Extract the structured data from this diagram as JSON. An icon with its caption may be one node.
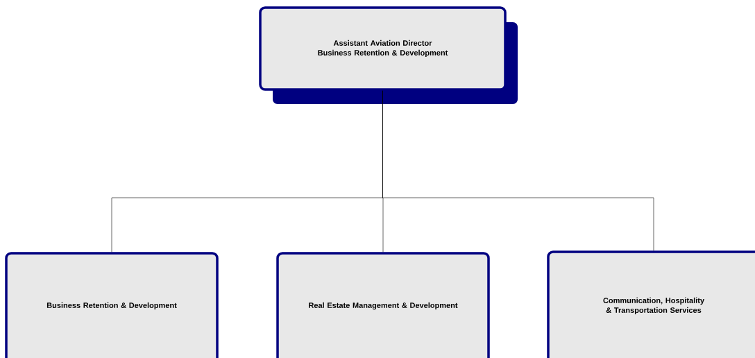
{
  "diagram": {
    "nodes": [
      {
        "text": [
          "Assistant Aviation Director",
          "Business Retention & Development"
        ]
      },
      {
        "text": [
          "Business Retention & Development"
        ]
      },
      {
        "text": [
          "Real Estate Management & Development"
        ]
      },
      {
        "text": [
          "Communication, Hospitality & Transportation Services"
        ]
      }
    ],
    "edges": [
      {
        "from": 0,
        "to": 1,
        "arrow": "none"
      },
      {
        "from": 0,
        "to": 2,
        "arrow": "none"
      },
      {
        "from": 0,
        "to": 3,
        "arrow": "none"
      }
    ]
  }
}
